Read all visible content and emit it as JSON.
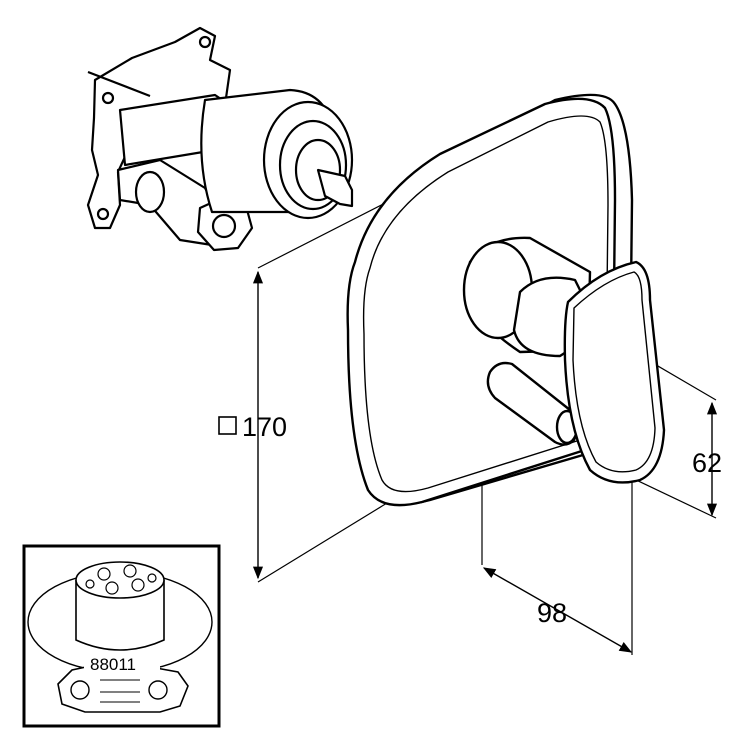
{
  "dimensions": {
    "plate_size_symbol": "□",
    "plate_size": "170",
    "offset_right": "62",
    "depth": "98"
  },
  "inset": {
    "part_number": "88011"
  },
  "colors": {
    "line": "#000000",
    "background": "#ffffff"
  }
}
